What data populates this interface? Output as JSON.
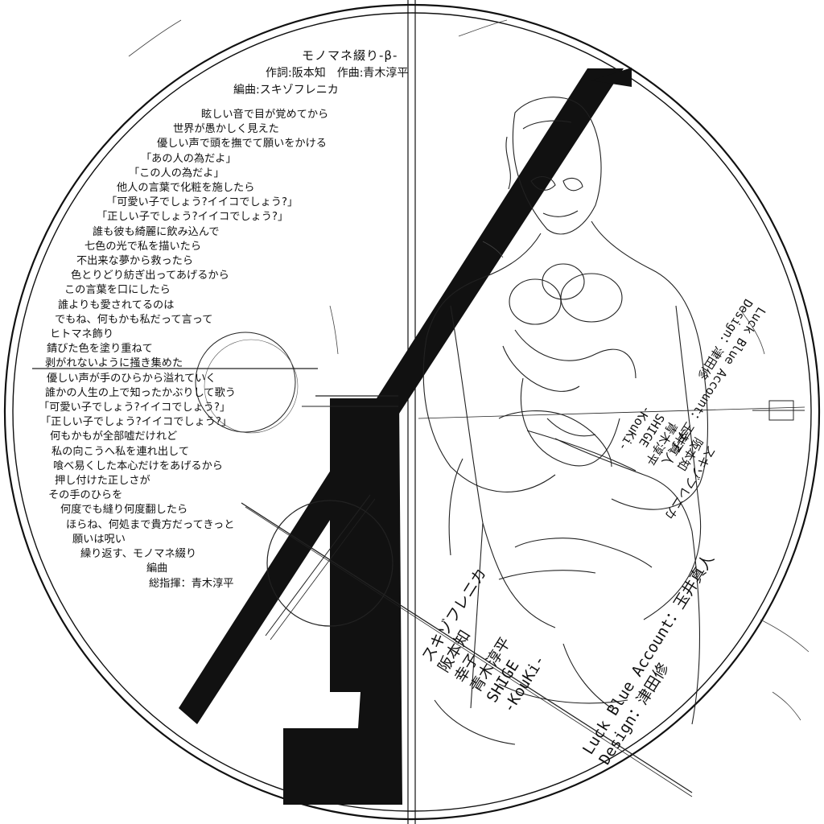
{
  "disc": {
    "title": "モノマネ綴り-β-",
    "lyricist_line": "作詞:阪本知　作曲:青木淳平",
    "arranger_line": "編曲:スキゾフレニカ",
    "lyrics": [
      "眩しい音で目が覚めてから",
      "世界が愚かしく見えた",
      "優しい声で頭を撫でて願いをかける",
      "「あの人の為だよ」",
      "「この人の為だよ」",
      "他人の言葉で化粧を施したら",
      "「可愛い子でしょう?イイコでしょう?」",
      "「正しい子でしょう?イイコでしょう?」",
      "誰も彼も綺麗に飲み込んで",
      "七色の光で私を描いたら",
      "不出来な夢から救ったら",
      "色とりどり紡ぎ出ってあげるから",
      "この言葉を口にしたら",
      "誰よりも愛されてるのは",
      "でもね、何もかも私だって言って",
      "ヒトマネ飾り",
      "錆びた色を塗り重ねて",
      "剥がれないように掻き集めた",
      "優しい声が手のひらから溢れていく",
      "誰かの人生の上で知ったかぶりして歌う",
      "「可愛い子でしょう?イイコでしょう?」",
      "「正しい子でしょう?イイコでしょう?」",
      "何もかもが全部嘘だけれど",
      "私の向こうへ私を連れ出して",
      "喰べ易くした本心だけをあげるから",
      "押し付けた正しさが",
      "その手のひらを",
      "何度でも縫り何度翻したら",
      "ほらね、何処まで貴方だってきっと",
      "願いは呪い",
      "繰り返す、モノマネ綴り",
      "編曲",
      "総指揮：青木淳平"
    ],
    "credits_a": [
      "スキゾフレニカ",
      "阪本知",
      "幸子",
      "青木淳平",
      "SHIGE",
      "-KouKi-"
    ],
    "credits_b": [
      "Luck Blue Account：玉井真人",
      "Design：津田修"
    ],
    "colors": {
      "ink": "#111111",
      "paper": "#ffffff"
    }
  }
}
